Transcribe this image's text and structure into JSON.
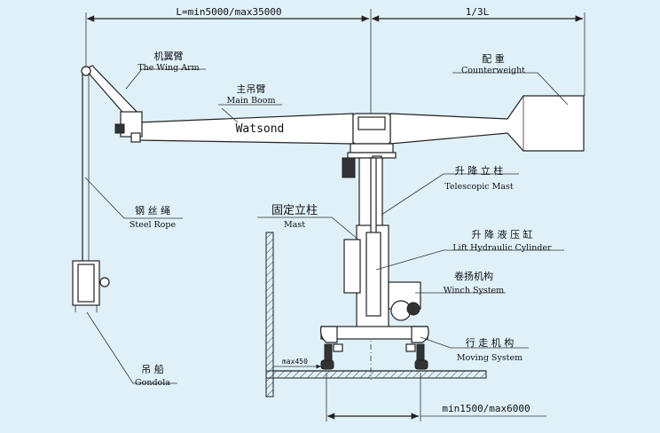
{
  "dimensions": {
    "boom_length": "L=min5000/max35000",
    "counter_ratio": "1/3L",
    "base_width": "min1500/max6000",
    "max_wall": "max450"
  },
  "brand": "Watsond",
  "labels": {
    "wing_arm": {
      "cn": "机翼臂",
      "en": "The Wing Arm"
    },
    "main_boom": {
      "cn": "主吊臂",
      "en": "Main Boom"
    },
    "counterweight": {
      "cn": "配 重",
      "en": "Counterweight"
    },
    "telescopic_mast": {
      "cn": "升 降 立 柱",
      "en": "Telescopic Mast"
    },
    "fixed_mast": {
      "cn": "固定立柱",
      "en": "Mast"
    },
    "hydraulic_cylinder": {
      "cn": "升 降 液 压 缸",
      "en": "Lift Hydraulic Cylinder"
    },
    "winch": {
      "cn": "卷扬机构",
      "en": "Winch System"
    },
    "steel_rope": {
      "cn": "钢 丝 绳",
      "en": "Steel Rope"
    },
    "moving_system": {
      "cn": "行 走 机 构",
      "en": "Moving System"
    },
    "gondola": {
      "cn": "吊 船",
      "en": "Gondola"
    }
  }
}
